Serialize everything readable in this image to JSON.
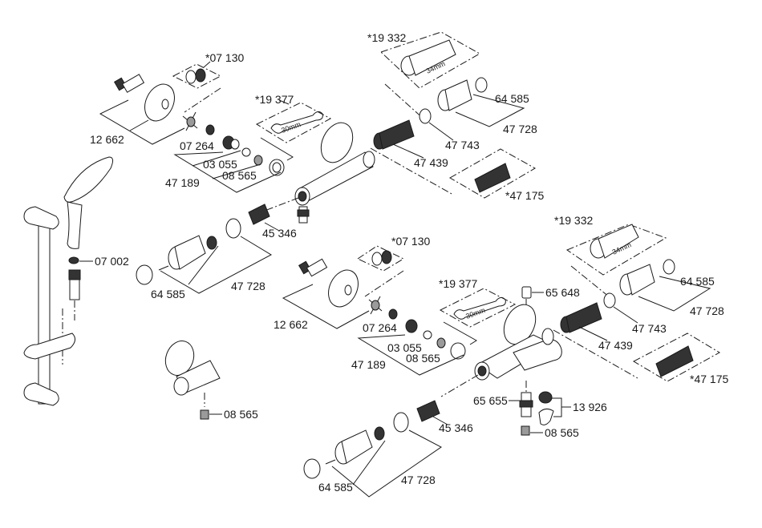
{
  "diagram": {
    "title": "Thermostatic mixer spare parts exploded view",
    "background": "#ffffff",
    "line_color": "#1a1a1a",
    "upper_assembly": {
      "labels": {
        "cap_kit": "*07 130",
        "wrench": "*19 377",
        "cartridge_tool": "*19 332",
        "rosette": "12 662",
        "filter": "07 264",
        "oring": "03 055",
        "check_valve": "08 565",
        "s_union": "47 189",
        "handle_cap": "64 585",
        "handle_kit": "47 728",
        "thermo_ring": "47 743",
        "thermo_cartridge": "47 439",
        "cartridge_alt": "*47 175",
        "flow_cartridge": "45 346",
        "left_cap": "64 585",
        "left_handle": "47 728",
        "wrench_size": "30mm",
        "tool_size": "34mm"
      }
    },
    "shower_set": {
      "labels": {
        "washer": "07 002"
      }
    },
    "elbow": {
      "labels": {
        "check_valve": "08 565"
      }
    },
    "lower_assembly": {
      "labels": {
        "cap_kit": "*07 130",
        "wrench": "*19 377",
        "cartridge_tool": "*19 332",
        "rosette": "12 662",
        "filter": "07 264",
        "oring": "03 055",
        "check_valve": "08 565",
        "s_union": "47 189",
        "plug": "65 648",
        "handle_cap": "64 585",
        "handle_kit": "47 728",
        "thermo_ring": "47 743",
        "thermo_cartridge": "47 439",
        "cartridge_alt": "*47 175",
        "diverter": "65 655",
        "aerator": "13 926",
        "spout_check_valve": "08 565",
        "flow_cartridge": "45 346",
        "left_cap": "64 585",
        "left_handle": "47 728",
        "wrench_size": "30mm",
        "tool_size": "34mm"
      }
    }
  }
}
